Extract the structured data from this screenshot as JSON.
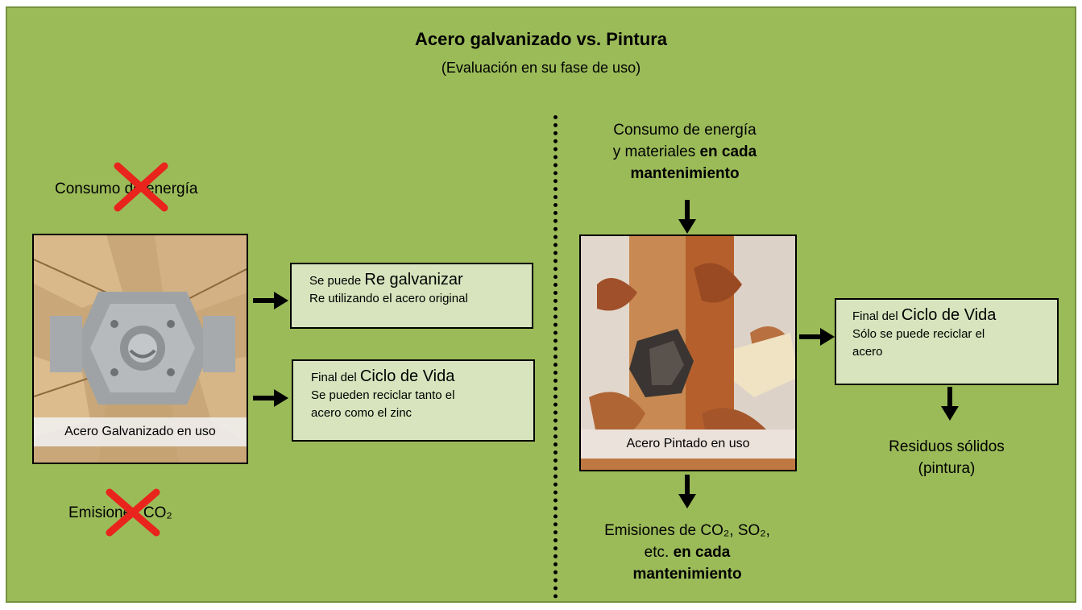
{
  "title": "Acero galvanizado vs. Pintura",
  "subtitle": "(Evaluación en su fase de uso)",
  "left": {
    "energy_label": "Consumo de energía",
    "emissions_label": "Emisiones CO₂",
    "photo_caption": "Acero Galvanizado en uso",
    "box_regalvanize": {
      "prefix": "Se puede ",
      "big": "Re galvanizar",
      "line2": "Re utilizando el acero original"
    },
    "box_endoflife": {
      "prefix": "Final del ",
      "big": "Ciclo de Vida",
      "line2": "Se pueden reciclar tanto el",
      "line3": "acero como el zinc"
    }
  },
  "right": {
    "consumption_line1": "Consumo de energía",
    "consumption_line2_plain": "y materiales ",
    "consumption_line2_bold": "en cada",
    "consumption_line3_bold": "mantenimiento",
    "photo_caption": "Acero Pintado en uso",
    "box_endoflife": {
      "prefix": "Final del ",
      "big": "Ciclo de Vida",
      "line2": "Sólo se puede reciclar el",
      "line3": "acero"
    },
    "residues_line1": "Residuos sólidos",
    "residues_line2": "(pintura)",
    "emissions_line1": "Emisiones de CO₂, SO₂,",
    "emissions_line2_plain": "etc. ",
    "emissions_line2_bold": "en cada",
    "emissions_line3_bold": "mantenimiento"
  },
  "colors": {
    "background": "#9bbb59",
    "box_fill": "#d7e4bd",
    "cross": "#e8241c"
  }
}
